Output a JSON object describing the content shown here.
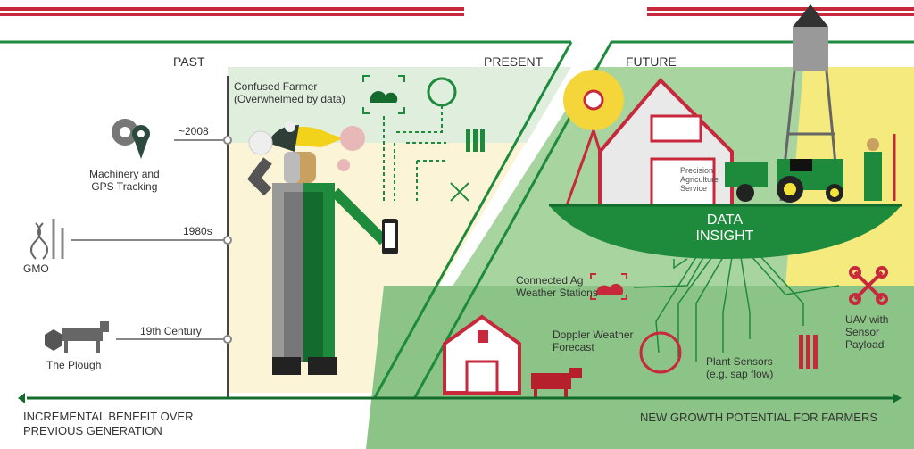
{
  "sections": {
    "past": "PAST",
    "present": "PRESENT",
    "future": "FUTURE"
  },
  "timeline": [
    {
      "date": "~2008",
      "label_line1": "Machinery and",
      "label_line2": "GPS Tracking",
      "icon": "gear-gps-icon"
    },
    {
      "date": "1980s",
      "label_line1": "GMO",
      "label_line2": "",
      "icon": "dna-plant-icon"
    },
    {
      "date": "19th Century",
      "label_line1": "The Plough",
      "label_line2": "",
      "icon": "horse-plough-icon"
    }
  ],
  "present": {
    "farmer_line1": "Confused Farmer",
    "farmer_line2": "(Overwhelmed by data)"
  },
  "future": {
    "sign_line1": "Precision",
    "sign_line2": "Agriculture",
    "sign_line3": "Service",
    "hub_line1": "DATA",
    "hub_line2": "INSIGHT",
    "sources": [
      {
        "line1": "Connected Ag",
        "line2": "Weather Stations"
      },
      {
        "line1": "Doppler Weather",
        "line2": "Forecast"
      },
      {
        "line1": "Plant Sensors",
        "line2": "(e.g. sap flow)"
      },
      {
        "line1": "UAV with",
        "line2": "Sensor",
        "line3": "Payload"
      }
    ]
  },
  "footer": {
    "left_line1": "INCREMENTAL BENEFIT OVER",
    "left_line2": "PREVIOUS GENERATION",
    "right": "NEW GROWTH POTENTIAL FOR FARMERS"
  },
  "colors": {
    "green": "#1e8a3c",
    "dark_green": "#146b2e",
    "red": "#c8283c",
    "yellow": "#f2e56b",
    "beige": "#fbf4d6"
  }
}
